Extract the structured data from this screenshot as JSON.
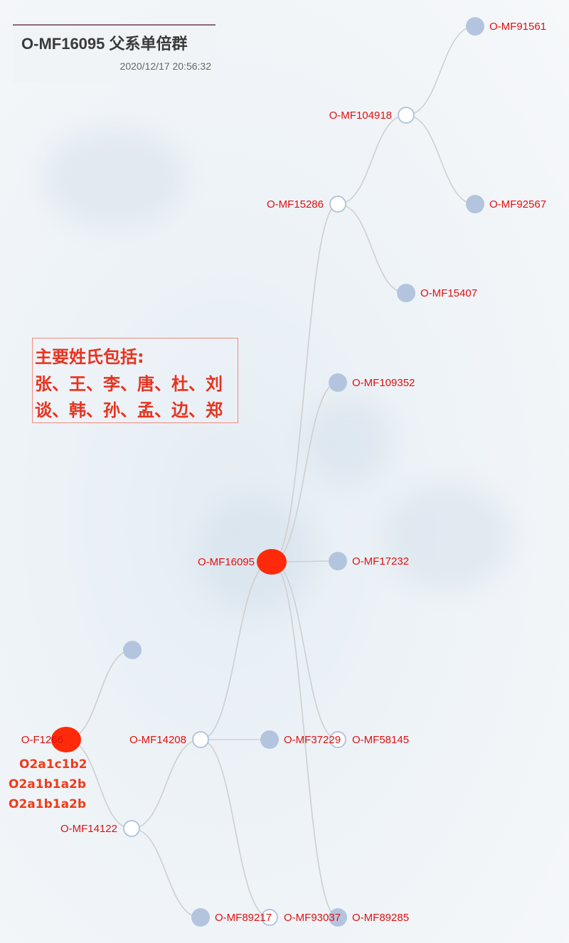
{
  "header": {
    "title": "O-MF16095 父系单倍群",
    "datetime": "2020/12/17 20:56:32"
  },
  "surnames": {
    "heading": "主要姓氏包括:",
    "line1": "张、王、李、唐、杜、刘",
    "line2": "谈、韩、孙、孟、边、郑"
  },
  "haplogroups": [
    "O2a1c1b2",
    "O2a1b1a2b",
    "O2a1b1a2b"
  ],
  "colors": {
    "highlight": "#ff2a0a",
    "leaf": "#b3c5de",
    "inner_fill": "#ffffff",
    "inner_stroke": "#b3c5de",
    "link": "#cfcfcf",
    "label": "#e01010"
  },
  "tree": {
    "nodes": [
      {
        "id": "n-f1266",
        "label": "O-F1266",
        "kind": "highlight"
      },
      {
        "id": "n-unnamed",
        "label": "",
        "kind": "leaf"
      },
      {
        "id": "n-mf14122",
        "label": "O-MF14122",
        "kind": "inner"
      },
      {
        "id": "n-mf89217",
        "label": "O-MF89217",
        "kind": "leaf"
      },
      {
        "id": "n-mf14208",
        "label": "O-MF14208",
        "kind": "inner"
      },
      {
        "id": "n-mf37229",
        "label": "O-MF37229",
        "kind": "leaf"
      },
      {
        "id": "n-mf16095",
        "label": "O-MF16095",
        "kind": "highlight"
      },
      {
        "id": "n-mf15286",
        "label": "O-MF15286",
        "kind": "inner"
      },
      {
        "id": "n-mf104918",
        "label": "O-MF104918",
        "kind": "inner"
      },
      {
        "id": "n-mf91561",
        "label": "O-MF91561",
        "kind": "leaf"
      },
      {
        "id": "n-mf92567",
        "label": "O-MF92567",
        "kind": "leaf"
      },
      {
        "id": "n-mf15407",
        "label": "O-MF15407",
        "kind": "leaf"
      },
      {
        "id": "n-mf109352",
        "label": "O-MF109352",
        "kind": "leaf"
      },
      {
        "id": "n-mf17232",
        "label": "O-MF17232",
        "kind": "leaf"
      },
      {
        "id": "n-mf58145",
        "label": "O-MF58145",
        "kind": "inner"
      },
      {
        "id": "n-mf93037",
        "label": "O-MF93037",
        "kind": "inner"
      },
      {
        "id": "n-mf89285",
        "label": "O-MF89285",
        "kind": "leaf"
      }
    ],
    "links": [
      [
        "n-f1266",
        "n-unnamed"
      ],
      [
        "n-f1266",
        "n-mf14122"
      ],
      [
        "n-mf14122",
        "n-mf89217"
      ],
      [
        "n-mf14122",
        "n-mf14208"
      ],
      [
        "n-mf14208",
        "n-mf37229"
      ],
      [
        "n-mf14208",
        "n-mf16095"
      ],
      [
        "n-mf14208",
        "n-mf93037"
      ],
      [
        "n-mf16095",
        "n-mf15286"
      ],
      [
        "n-mf16095",
        "n-mf109352"
      ],
      [
        "n-mf16095",
        "n-mf17232"
      ],
      [
        "n-mf16095",
        "n-mf58145"
      ],
      [
        "n-mf16095",
        "n-mf89285"
      ],
      [
        "n-mf15286",
        "n-mf104918"
      ],
      [
        "n-mf15286",
        "n-mf15407"
      ],
      [
        "n-mf104918",
        "n-mf91561"
      ],
      [
        "n-mf104918",
        "n-mf92567"
      ]
    ]
  }
}
